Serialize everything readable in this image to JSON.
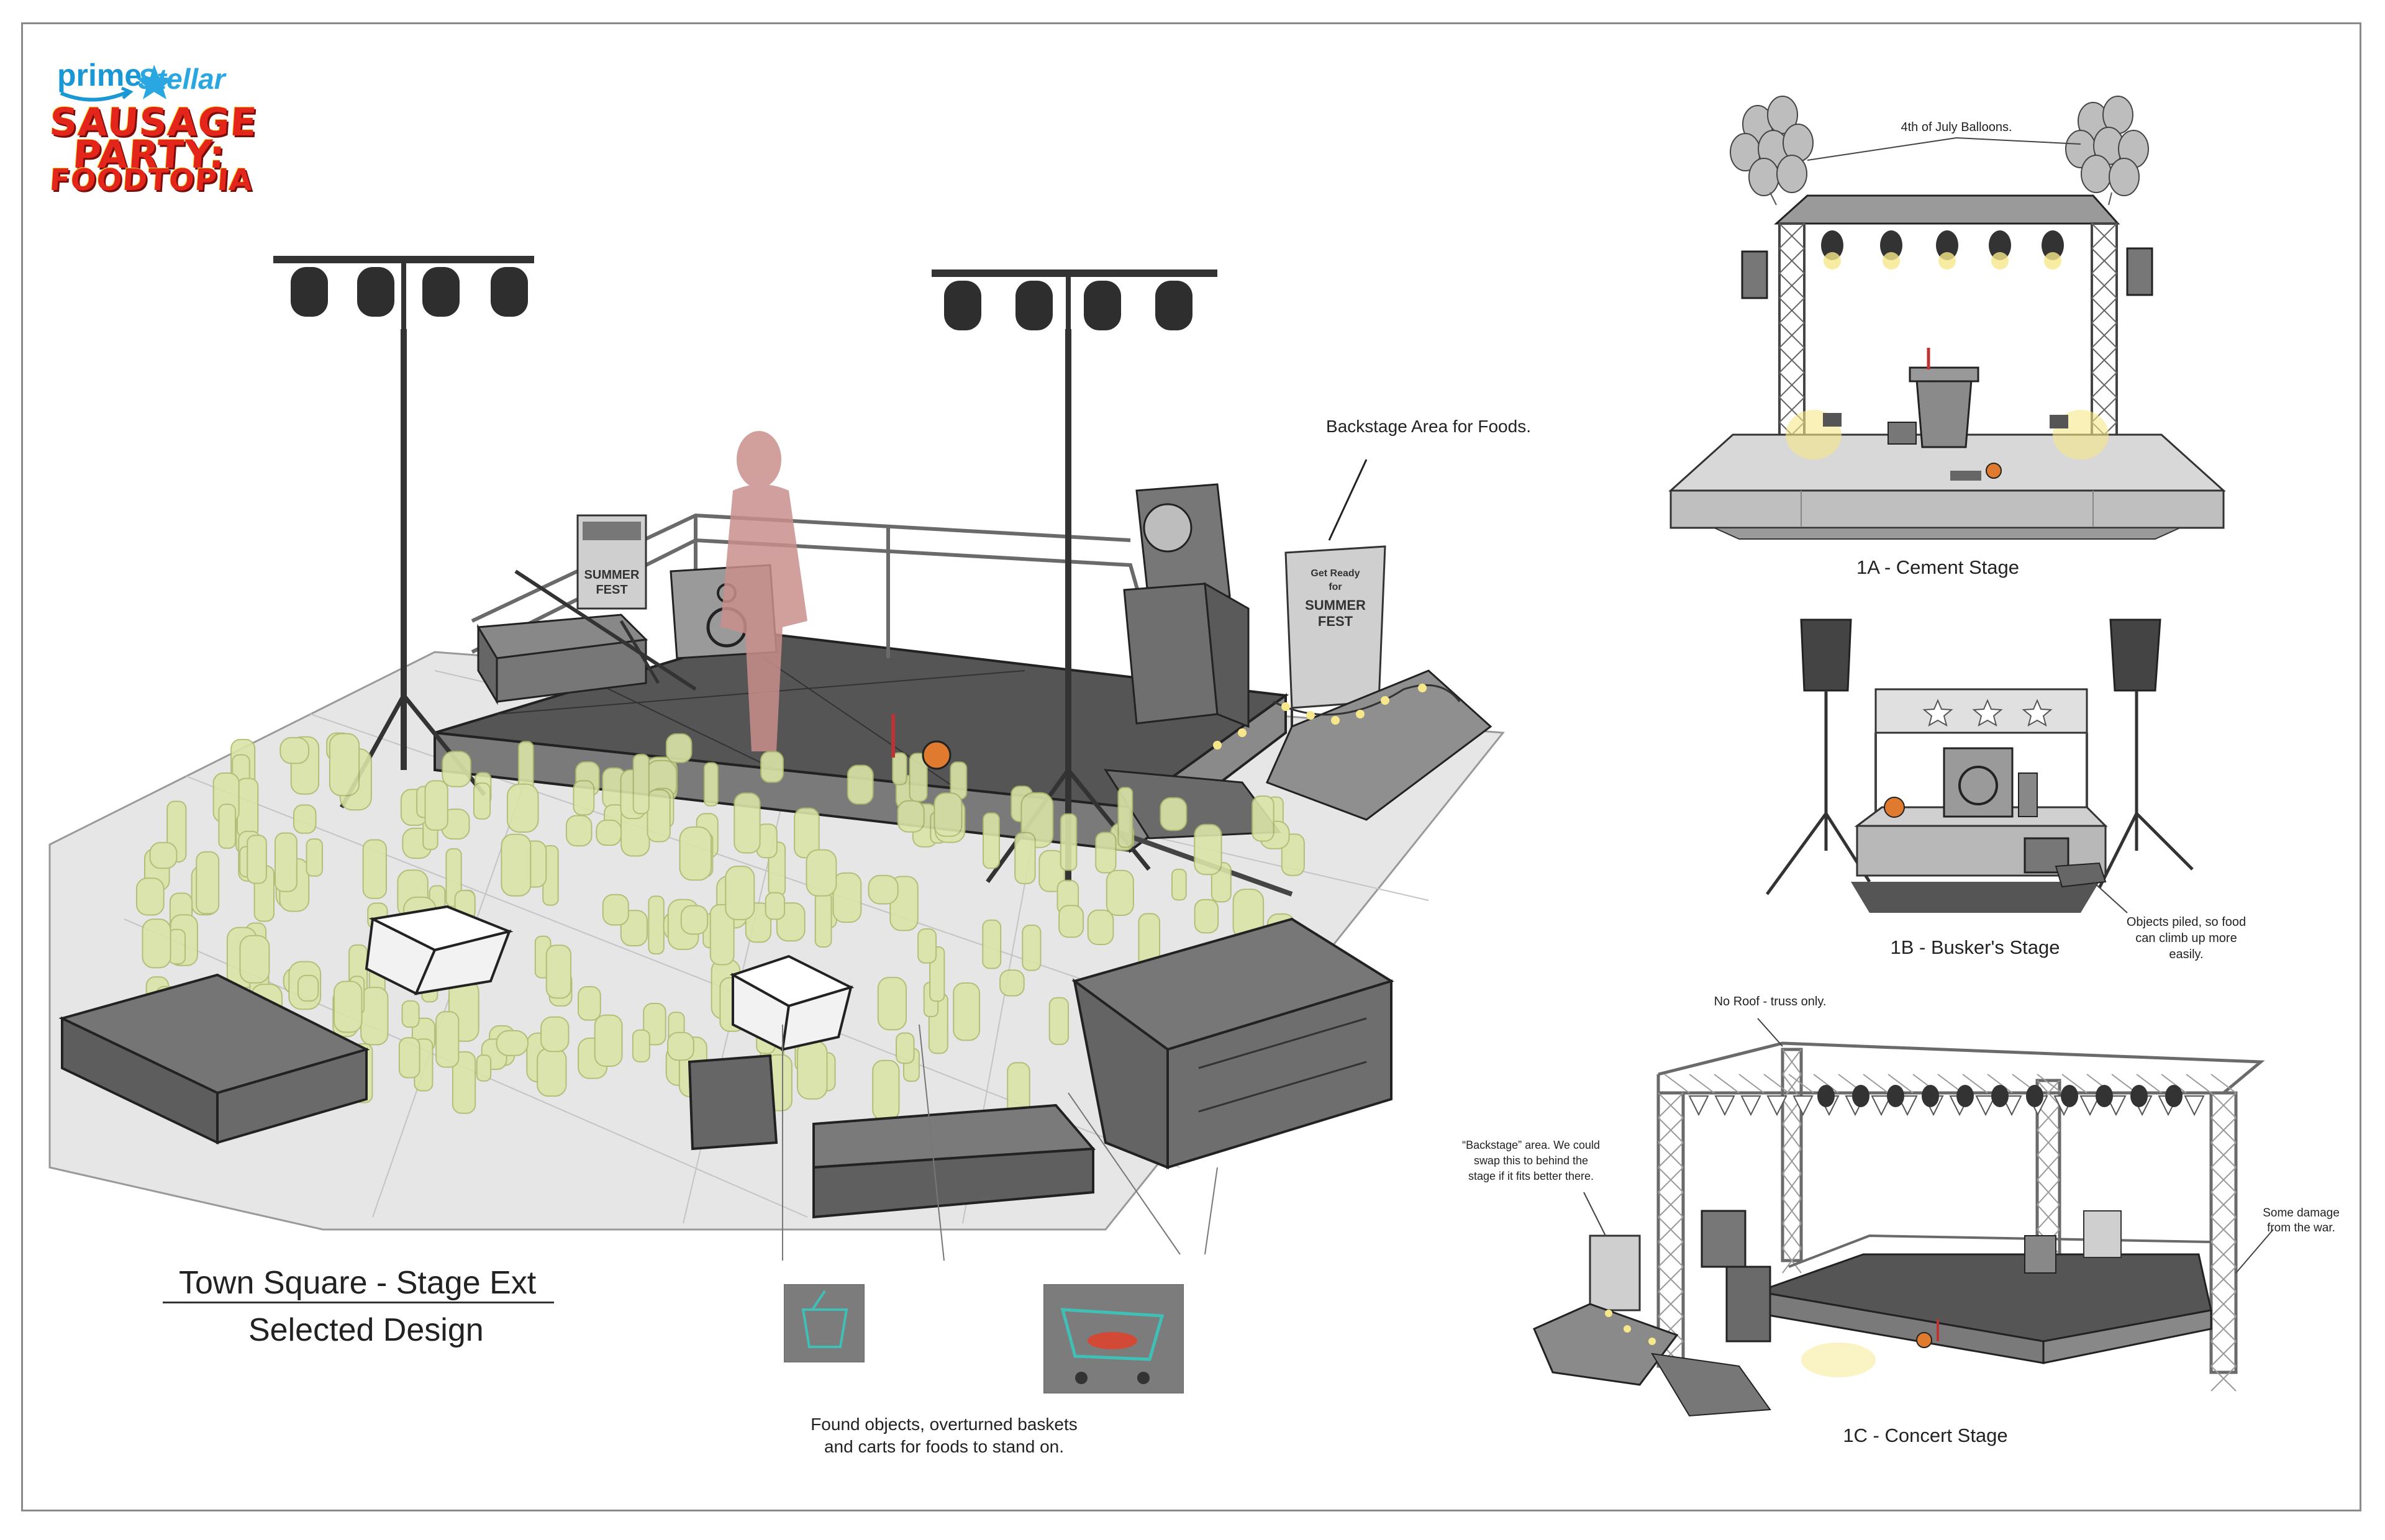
{
  "logo": {
    "prime": "prime",
    "stellar": "Stellar",
    "title_line1": "SAUSAGE",
    "title_line2": "PARTY:",
    "title_line3": "FOODTOPIA"
  },
  "main": {
    "title": "Town Square - Stage Ext",
    "subtitle": "Selected Design",
    "backstage_note": "Backstage Area for Foods.",
    "found_objects_line1": "Found objects, overturned baskets",
    "found_objects_line2": "and carts for foods to stand on.",
    "sign_line1": "Get Ready",
    "sign_line2": "for",
    "sign_line3": "SUMMER",
    "sign_line4": "FEST",
    "small_sign_line1": "SUMMER",
    "small_sign_line2": "FEST"
  },
  "option_1a": {
    "label": "1A - Cement Stage",
    "balloon_note": "4th of July Balloons."
  },
  "option_1b": {
    "label": "1B - Busker's Stage",
    "piled_note_line1": "Objects piled, so food",
    "piled_note_line2": "can climb up more",
    "piled_note_line3": "easily."
  },
  "option_1c": {
    "label": "1C - Concert Stage",
    "roof_note": "No Roof - truss only.",
    "backstage_line1": "“Backstage” area. We could",
    "backstage_line2": "swap this to behind the",
    "backstage_line3": "stage if it fits better there.",
    "damage_line1": "Some damage",
    "damage_line2": "from the war."
  },
  "colors": {
    "stage_top": "#555555",
    "stage_side": "#7a7a7a",
    "floor": "#e6e6e6",
    "crowd": "#d9e4a6",
    "figure": "#c98f8c",
    "light": "#f6e88a",
    "logo_red": "#e3251b",
    "logo_blue": "#1a98d5",
    "basket_teal": "#3fbfb6"
  }
}
